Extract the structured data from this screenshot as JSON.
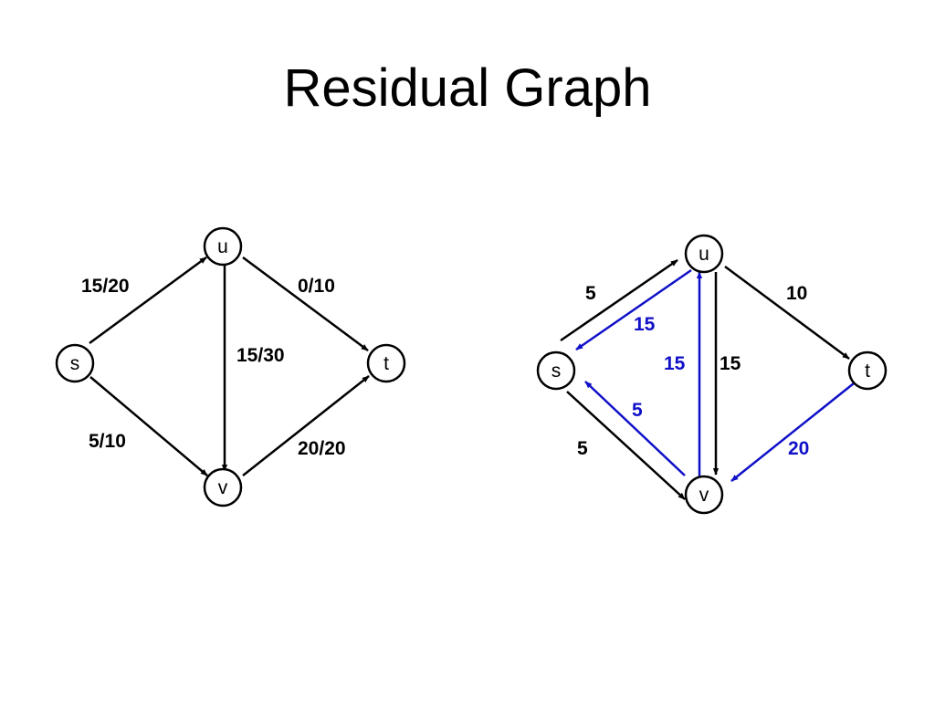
{
  "slide": {
    "title": "Residual Graph"
  },
  "colors": {
    "forward": "#000000",
    "backward": "#1010c8"
  },
  "flow_network": {
    "nodes": {
      "s": "s",
      "u": "u",
      "v": "v",
      "t": "t"
    },
    "edges": {
      "s_u": "15/20",
      "u_t": "0/10",
      "u_v": "15/30",
      "s_v": "5/10",
      "v_t": "20/20"
    }
  },
  "residual_graph": {
    "nodes": {
      "s": "s",
      "u": "u",
      "v": "v",
      "t": "t"
    },
    "edges": {
      "s_u": "5",
      "u_s": "15",
      "u_t": "10",
      "v_u": "15",
      "u_v": "15",
      "v_s": "5",
      "s_v": "5",
      "t_v": "20"
    }
  }
}
